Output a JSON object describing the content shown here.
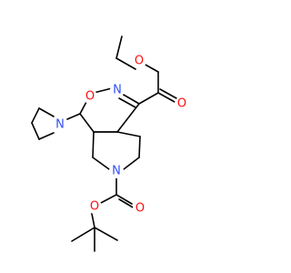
{
  "molecule": {
    "colors": {
      "bond": "#000000",
      "oxygen": "#ff0d0d",
      "nitrogen": "#3050f8",
      "background": "#ffffff"
    },
    "atoms": {
      "ester_ether_o": "O",
      "ester_carbonyl_o": "O",
      "ring_n": "N",
      "ring_o": "O",
      "pyrrolidine_n": "N",
      "piperidine_n": "N",
      "boc_carbonyl_o": "O",
      "boc_ether_o": "O"
    }
  }
}
